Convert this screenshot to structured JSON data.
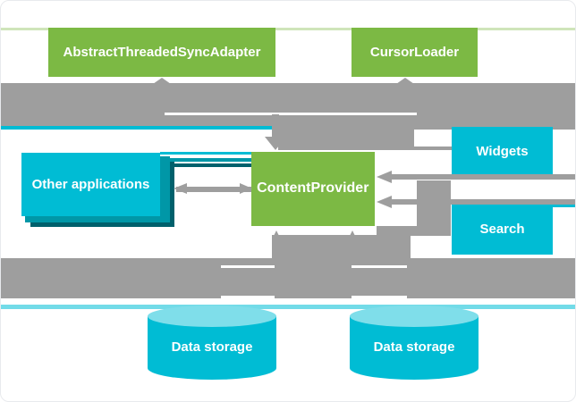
{
  "title": "ContentProvider architecture diagram",
  "nodes": {
    "sync_adapter": {
      "label": "AbstractThreadedSyncAdapter"
    },
    "cursor_loader": {
      "label": "CursorLoader"
    },
    "content_provider": {
      "label": "ContentProvider"
    },
    "other_applications": {
      "label": "Other applications"
    },
    "widgets": {
      "label": "Widgets"
    },
    "search": {
      "label": "Search"
    },
    "data_storage_left": {
      "label": "Data storage"
    },
    "data_storage_right": {
      "label": "Data storage"
    }
  },
  "colors": {
    "green": "#7CB944",
    "pale_green": "#CFE5BA",
    "cyan": "#00BCD4",
    "teal_mid": "#0097A7",
    "teal_dark": "#00606C",
    "cyan_light": "#7FDEEA",
    "seam_cyan": "#72DBE8",
    "gray": "#9E9E9E",
    "border": "#E8EAED",
    "label_text": "#FFFFFF"
  }
}
